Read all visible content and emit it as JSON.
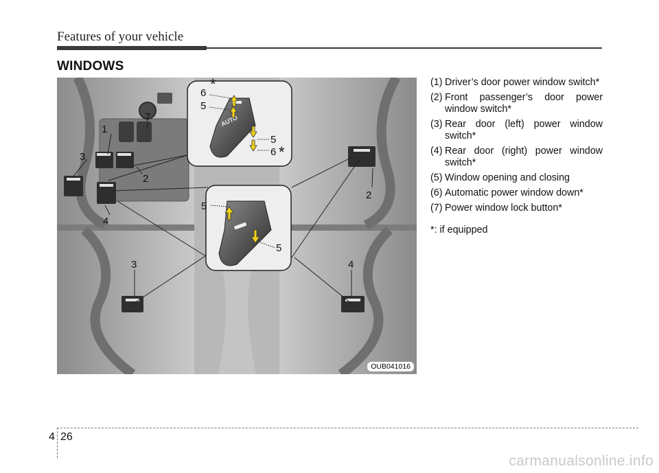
{
  "header": {
    "title": "Features of your vehicle"
  },
  "section": {
    "title": "WINDOWS"
  },
  "figure": {
    "code": "OUB041016",
    "callouts": {
      "one": "1",
      "two": "2",
      "three": "3",
      "four": "4",
      "five": "5",
      "six": "6",
      "seven": "7",
      "star": "*"
    },
    "switch_label": "AUTO"
  },
  "items": [
    {
      "num": "(1)",
      "text": "Driver’s door power window switch*"
    },
    {
      "num": "(2)",
      "text": "Front passenger’s door power window switch*"
    },
    {
      "num": "(3)",
      "text": "Rear door (left) power window switch*"
    },
    {
      "num": "(4)",
      "text": "Rear door (right) power window switch*"
    },
    {
      "num": "(5)",
      "text": "Window opening and closing"
    },
    {
      "num": "(6)",
      "text": "Automatic power window down*"
    },
    {
      "num": "(7)",
      "text": "Power window lock button*"
    }
  ],
  "note": "*: if equipped",
  "footer": {
    "chapter": "4",
    "page": "26"
  },
  "watermark": "carmanualsonline.info",
  "colors": {
    "arrow": "#f2d21a",
    "figure_bg": "#a9a9a9",
    "inset_bg": "#eeeeee"
  }
}
